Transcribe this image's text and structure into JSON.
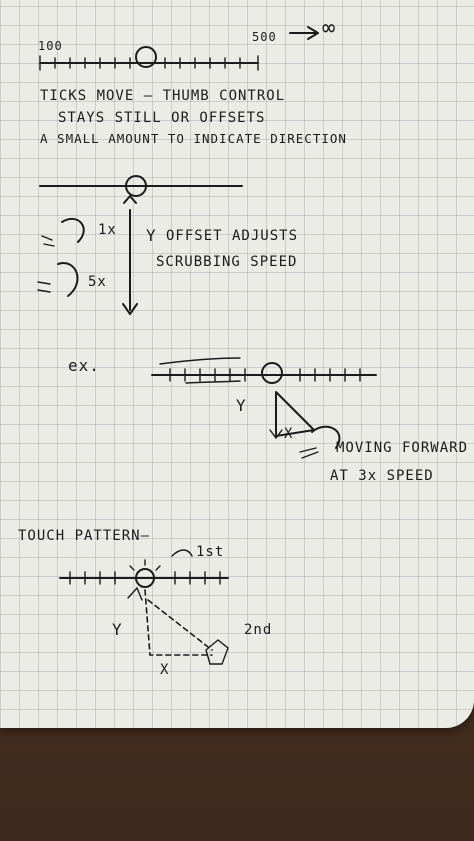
{
  "scale_labels": {
    "start": "100",
    "end": "500",
    "infinity": "∞"
  },
  "notes": {
    "line1": "TICKS MOVE — THUMB CONTROL",
    "line2": "STAYS STILL OR OFFSETS",
    "line3": "A SMALL AMOUNT TO INDICATE DIRECTION"
  },
  "y_offset": {
    "label": "Y",
    "line1": "OFFSET ADJUSTS",
    "line2": "SCRUBBING SPEED",
    "speed_1": "1x",
    "speed_2": "5x"
  },
  "example": {
    "label": "ex.",
    "y_label": "Y",
    "x_label": "X",
    "line1": "MOVING FORWARD",
    "line2": "AT 3x SPEED"
  },
  "touch": {
    "title": "TOUCH PATTERN—",
    "first": "1st",
    "second": "2nd",
    "y_label": "Y",
    "x_label": "X"
  }
}
